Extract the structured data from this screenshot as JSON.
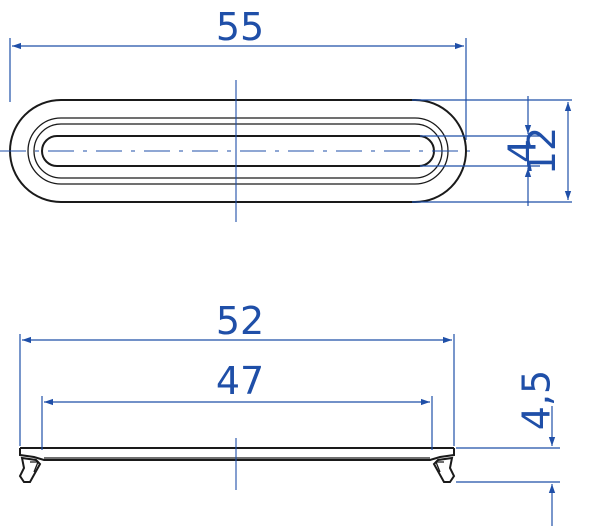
{
  "diagram": {
    "top_view": {
      "length_label": "55",
      "slot_width_label": "4",
      "overall_width_label": "12"
    },
    "side_view": {
      "outer_length_label": "52",
      "inner_length_label": "47",
      "height_label": "4,5"
    },
    "colors": {
      "outline": "#1a1a1a",
      "dimension": "#1f4fa8"
    }
  }
}
